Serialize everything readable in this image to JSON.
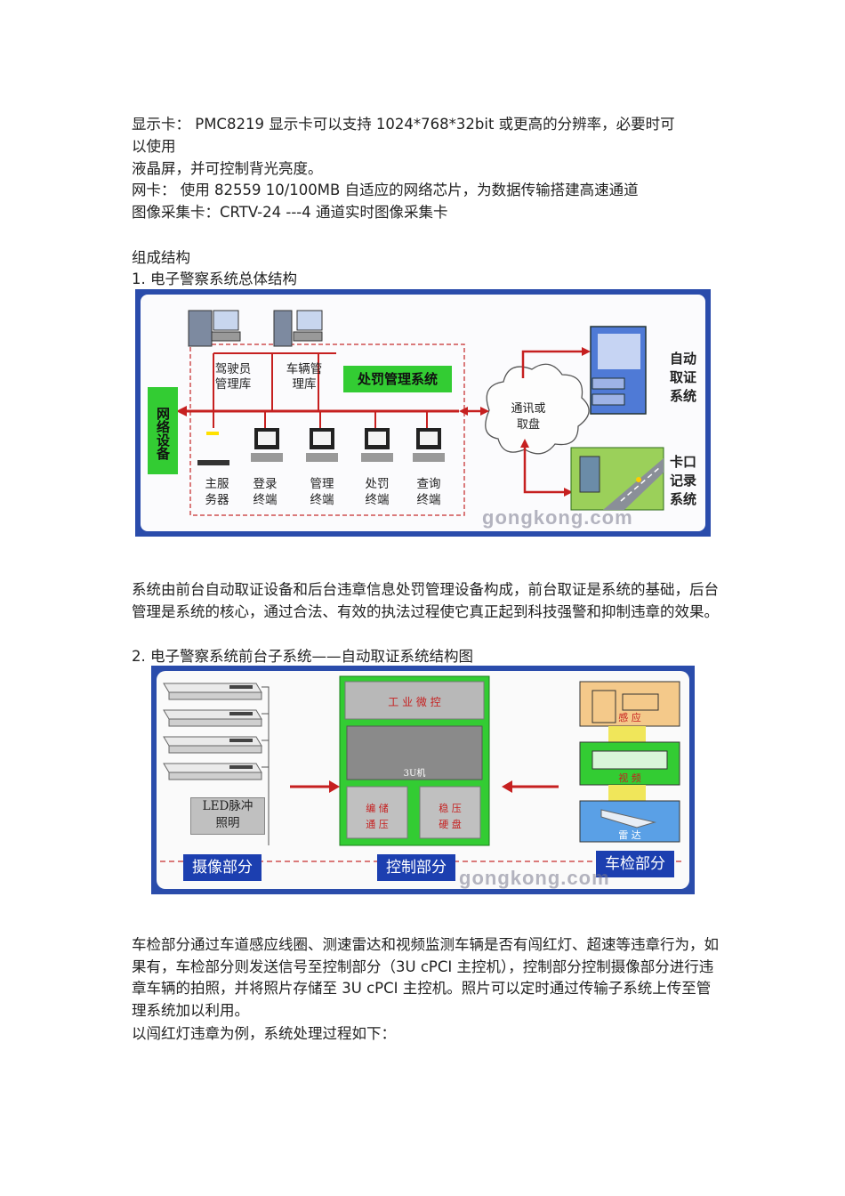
{
  "text": {
    "l1": "显示卡：  PMC8219 显示卡可以支持 1024*768*32bit 或更高的分辨率，必要时可",
    "l2": "以使用",
    "l3": "液晶屏，并可控制背光亮度。",
    "l4": "网卡：  使用 82559 10/100MB 自适应的网络芯片，为数据传输搭建高速通道",
    "l5": "图像采集卡：CRTV-24 ---4 通道实时图像采集卡",
    "l6": "组成结构",
    "l7": "1. 电子警察系统总体结构",
    "p1": "系统由前台自动取证设备和后台违章信息处罚管理设备构成，前台取证是系统的基础，后台管理是系统的核心，通过合法、有效的执法过程使它真正起到科技强警和抑制违章的效果。",
    "l8": "2. 电子警察系统前台子系统——自动取证系统结构图",
    "p2": "车检部分通过车道感应线圈、测速雷达和视频监测车辆是否有闯红灯、超速等违章行为，如果有，车检部分则发送信号至控制部分（3U cPCI 主控机），控制部分控制摄像部分进行违章车辆的拍照，并将照片存储至 3U cPCI 主控机。照片可以定时通过传输子系统上传至管理系统加以利用。",
    "l9": "以闯红灯违章为例，系统处理过程如下："
  },
  "fig1": {
    "network": "网络设备",
    "db1": [
      "驾驶员",
      "管理库"
    ],
    "db2": [
      "车辆管",
      "理库"
    ],
    "punish": "处罚管理系统",
    "server": [
      "主服",
      "务器"
    ],
    "t1": [
      "登录",
      "终端"
    ],
    "t2": [
      "管理",
      "终端"
    ],
    "t3": [
      "处罚",
      "终端"
    ],
    "t4": [
      "查询",
      "终端"
    ],
    "comm": [
      "通讯或",
      "取盘"
    ],
    "auto": [
      "自动",
      "取证",
      "系统"
    ],
    "gate": [
      "卡口",
      "记录",
      "系统"
    ],
    "watermark": "gongkong.com"
  },
  "fig2": {
    "led": [
      "LED脉冲",
      "照明"
    ],
    "industrial": "工  业  微  控",
    "threeU": "3U机",
    "small1": [
      "编  储",
      "通  压"
    ],
    "small2": [
      "稳  压",
      "硬  盘"
    ],
    "camera": "摄像部分",
    "control": "控制部分",
    "vehicle": "车检部分",
    "sense": "感  应",
    "video": "视  频",
    "radar": "雷  达",
    "watermark": "gongkong.com"
  }
}
